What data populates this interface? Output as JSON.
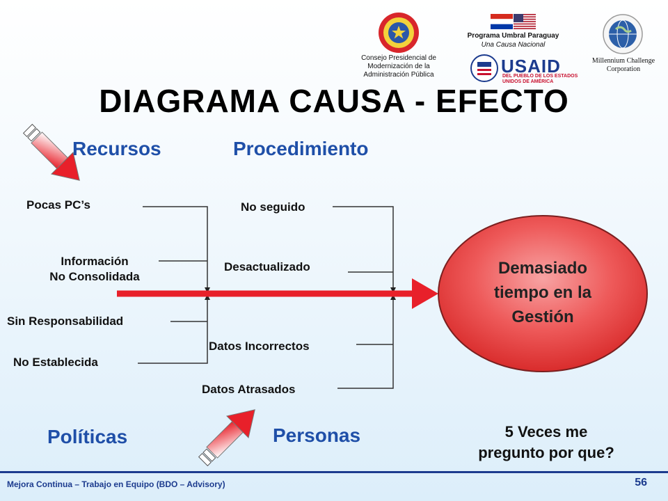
{
  "header": {
    "council": [
      "Consejo Presidencial de",
      "Modernización de la",
      "Administración Pública"
    ],
    "program": "Programa Umbral Paraguay",
    "program_tagline": "Una Causa Nacional",
    "mcc": [
      "Millennium Challenge",
      "Corporation"
    ],
    "usaid_logo": "USAID",
    "usaid_sub": [
      "DEL PUEBLO DE LOS ESTADOS",
      "UNIDOS DE AMÉRICA"
    ]
  },
  "title": "DIAGRAMA CAUSA - EFECTO",
  "categories": {
    "recursos": "Recursos",
    "procedimiento": "Procedimiento",
    "politicas": "Políticas",
    "personas": "Personas"
  },
  "causes": {
    "pocas_pcs": "Pocas PC’s",
    "informacion_1": "Información",
    "informacion_2": "No Consolidada",
    "sin_responsabilidad": "Sin Responsabilidad",
    "no_establecida": "No Establecida",
    "no_seguido": "No seguido",
    "desactualizado": "Desactualizado",
    "datos_incorrectos": "Datos Incorrectos",
    "datos_atrasados": "Datos Atrasados"
  },
  "effect": [
    "Demasiado",
    "tiempo en la",
    "Gestión"
  ],
  "question": [
    "5 Veces me",
    "pregunto por que?"
  ],
  "footer": {
    "text": "Mejora Continua – Trabajo en Equipo   (BDO – Advisory)",
    "page": "56"
  },
  "colors": {
    "spine": "#e8202a",
    "category": "#1f4fa8",
    "effect_fill": "#e23a3a",
    "footer": "#1c3b8e"
  },
  "icons": [
    "seal-paraguay-icon",
    "flag-paraguay-icon",
    "flag-usa-icon",
    "usaid-seal-icon",
    "mcc-logo-icon",
    "pencil-arrow-icon"
  ]
}
